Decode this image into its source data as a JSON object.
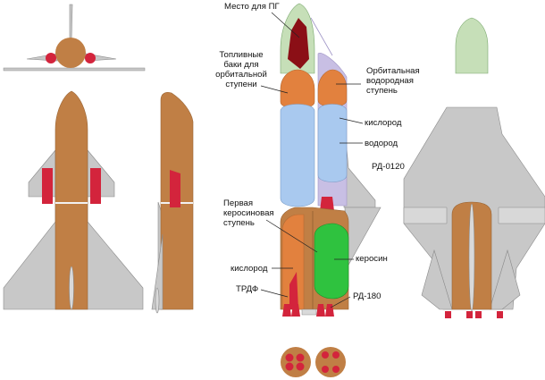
{
  "labels": {
    "payload_place": "Место для ПГ",
    "fuel_tanks": [
      "Топливные",
      "баки для",
      "орбитальной",
      "ступени"
    ],
    "orbital_stage": [
      "Орбитальная",
      "водородная",
      "ступень"
    ],
    "oxygen_upper": "кислород",
    "hydrogen": "водород",
    "engine_upper": "РД-0120",
    "first_stage": [
      "Первая",
      "керосиновая",
      "ступень"
    ],
    "kerosene": "керосин",
    "oxygen_lower": "кислород",
    "turbojet": "ТРДФ",
    "engine_lower": "РД-180"
  },
  "colors": {
    "body": "#c07f45",
    "wing": "#c8c8c8",
    "wing_edge": "#8a8a8a",
    "nozzle": "#d3243c",
    "nose_green": "#c6dfb8",
    "payload": "#8b0f16",
    "oxygen_orange": "#e2813e",
    "hydrogen_blue": "#a9c9ef",
    "lavender": "#c8bfe4",
    "kerosene_green": "#2fc23f"
  }
}
